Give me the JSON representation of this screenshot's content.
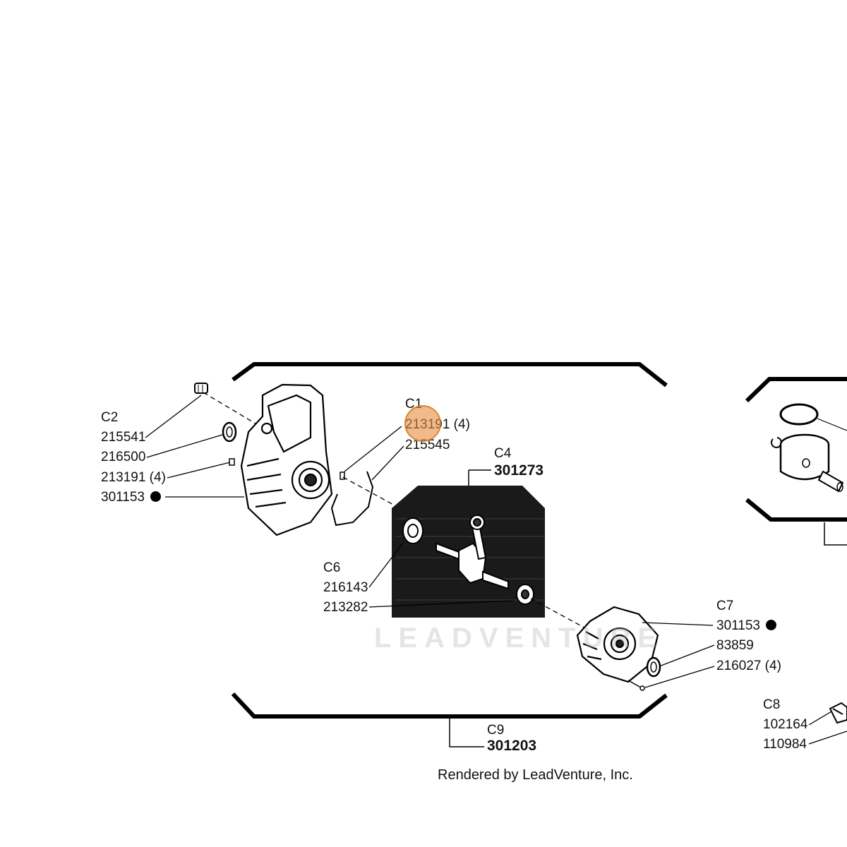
{
  "groups": {
    "c1": {
      "label": "C1",
      "parts": [
        "213191 (4)",
        "215545"
      ]
    },
    "c2": {
      "label": "C2",
      "parts": [
        "215541",
        "216500",
        "213191 (4)",
        "301153"
      ]
    },
    "c4": {
      "label": "C4",
      "part": "301273"
    },
    "c6": {
      "label": "C6",
      "parts": [
        "216143",
        "213282"
      ]
    },
    "c7": {
      "label": "C7",
      "parts": [
        "301153",
        "83859",
        "216027 (4)"
      ]
    },
    "c8": {
      "label": "C8",
      "parts": [
        "102164",
        "110984"
      ]
    },
    "c9": {
      "label": "C9",
      "part": "301203"
    }
  },
  "watermark": "LEADVENTURE",
  "footer": "Rendered by LeadVenture, Inc.",
  "colors": {
    "highlight": "#e68c3c",
    "ink": "#000000"
  }
}
